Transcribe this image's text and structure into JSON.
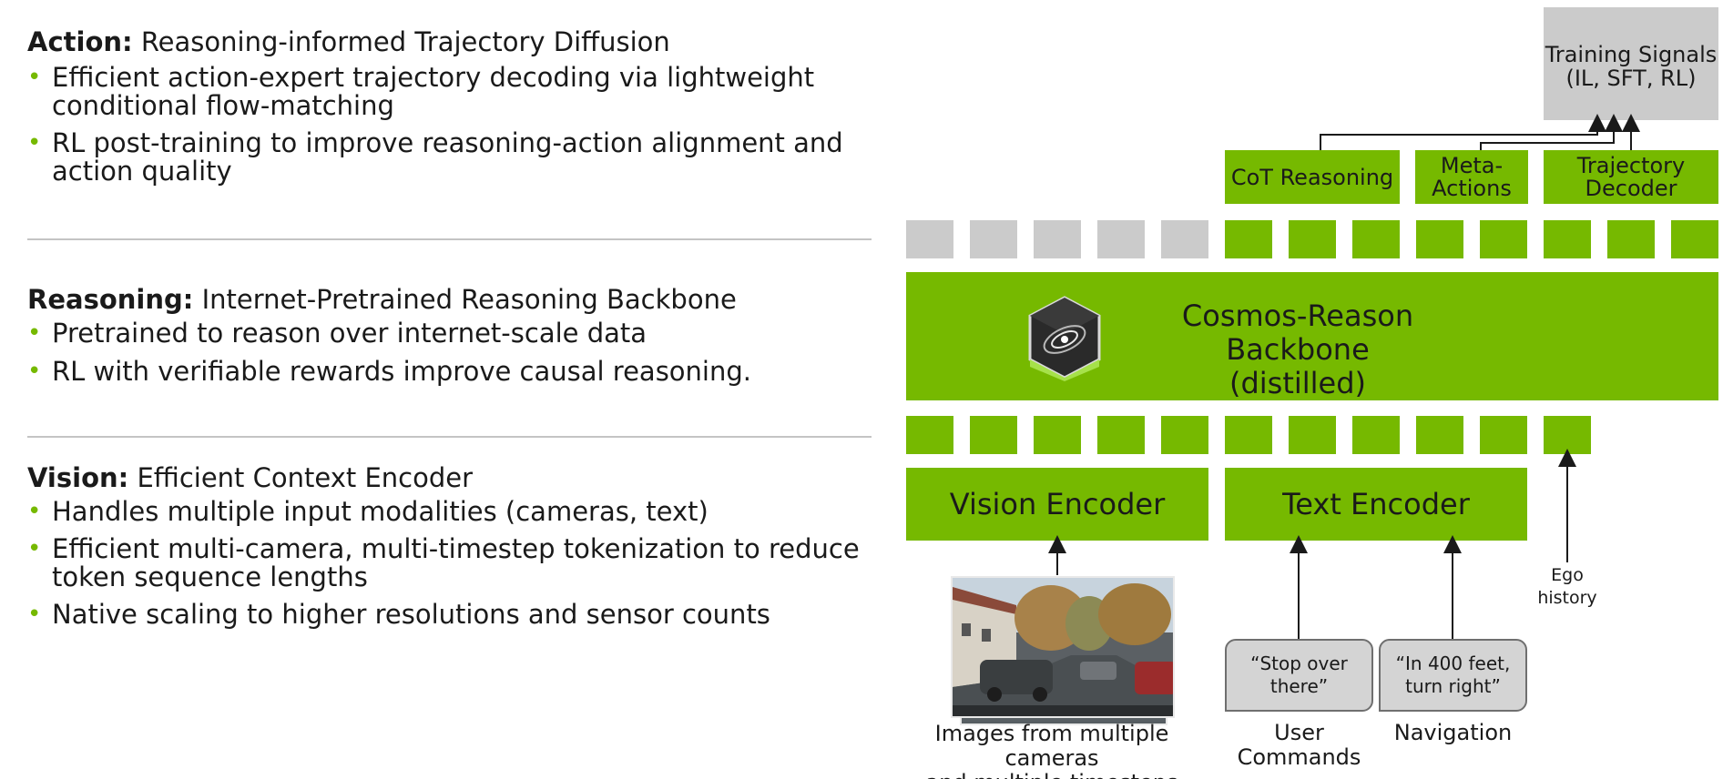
{
  "sections": {
    "action": {
      "label": "Action:",
      "subtitle": "Reasoning-informed Trajectory Diffusion",
      "bullets": [
        "Efficient action-expert trajectory decoding via lightweight conditional flow-matching",
        "RL post-training to improve reasoning-action alignment and action quality"
      ]
    },
    "reasoning": {
      "label": "Reasoning:",
      "subtitle": "Internet-Pretrained Reasoning Backbone",
      "bullets": [
        "Pretrained to reason over internet-scale data",
        "RL with verifiable rewards improve causal reasoning."
      ]
    },
    "vision": {
      "label": "Vision:",
      "subtitle": "Efficient Context Encoder",
      "bullets": [
        "Handles multiple input modalities (cameras, text)",
        "Efficient multi-camera, multi-timestep tokenization to reduce token sequence lengths",
        "Native scaling to higher resolutions and sensor counts"
      ]
    }
  },
  "diagram": {
    "training_signals": {
      "line1": "Training Signals",
      "line2": "(IL, SFT, RL)"
    },
    "outputs": {
      "cot": "CoT Reasoning",
      "meta_line1": "Meta-",
      "meta_line2": "Actions",
      "traj_line1": "Trajectory",
      "traj_line2": "Decoder"
    },
    "backbone": {
      "line1": "Cosmos-Reason Backbone",
      "line2": "(distilled)"
    },
    "vision_encoder": "Vision Encoder",
    "text_encoder": "Text Encoder",
    "ego_history": {
      "line1": "Ego",
      "line2": "history"
    },
    "user_bubble": {
      "line1": "“Stop over",
      "line2": "there”"
    },
    "nav_bubble": {
      "line1": "“In 400 feet,",
      "line2": "turn right”"
    },
    "user_label": {
      "line1": "User",
      "line2": "Commands"
    },
    "nav_label": "Navigation",
    "images_label": {
      "line1": "Images from multiple cameras",
      "line2": "and multiple timesteps"
    }
  },
  "colors": {
    "accent": "#76b900",
    "gray_token": "#cbcbcb",
    "bubble": "#d4d4d4"
  },
  "icons": {
    "backbone": "cosmos-cube-icon"
  }
}
